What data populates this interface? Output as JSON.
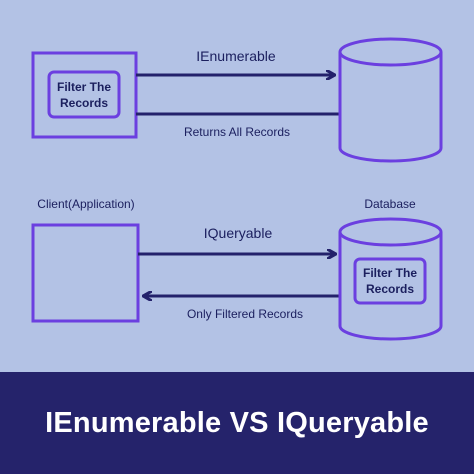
{
  "colors": {
    "background": "#b3c2e5",
    "accent_purple": "#6b3fe0",
    "arrow_navy": "#23216b",
    "title_bar": "#25236b",
    "title_text": "#ffffff"
  },
  "top_section": {
    "filter_box_line1": "Filter The",
    "filter_box_line2": "Records",
    "request_label": "IEnumerable",
    "response_label": "Returns All Records"
  },
  "bottom_section": {
    "client_label": "Client(Application)",
    "database_label": "Database",
    "request_label": "IQueryable",
    "response_label": "Only Filtered Records",
    "filter_box_line1": "Filter The",
    "filter_box_line2": "Records"
  },
  "title": "IEnumerable VS IQueryable"
}
